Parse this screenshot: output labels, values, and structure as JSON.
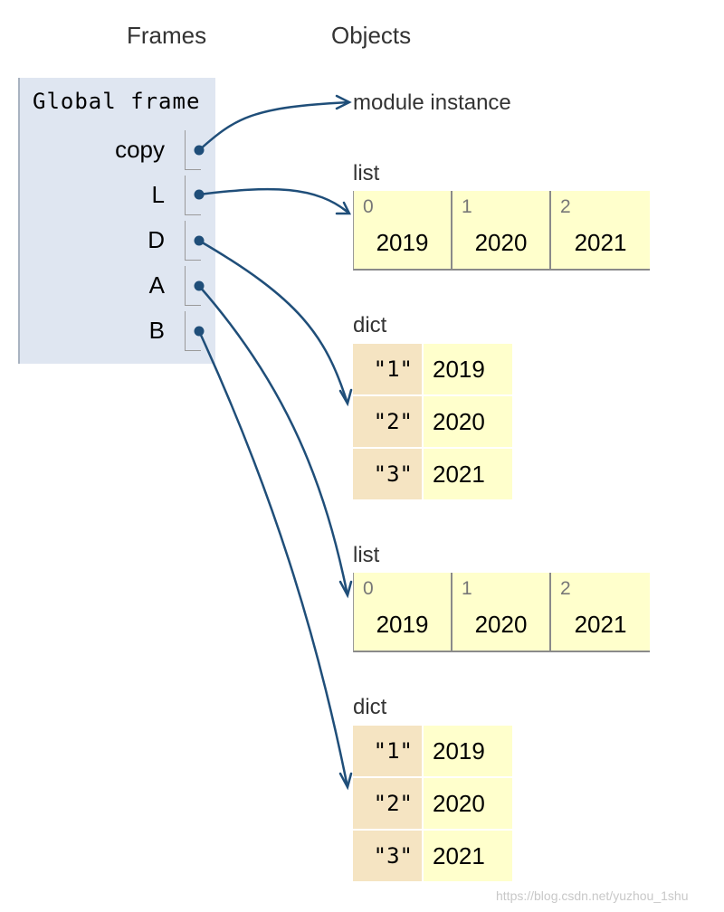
{
  "headers": {
    "frames": "Frames",
    "objects": "Objects"
  },
  "frame": {
    "title": "Global frame",
    "variables": [
      {
        "name": "copy"
      },
      {
        "name": "L"
      },
      {
        "name": "D"
      },
      {
        "name": "A"
      },
      {
        "name": "B"
      }
    ]
  },
  "objects": {
    "module": {
      "label": "module instance"
    },
    "list1": {
      "type": "list",
      "indices": [
        "0",
        "1",
        "2"
      ],
      "values": [
        "2019",
        "2020",
        "2021"
      ]
    },
    "dict1": {
      "type": "dict",
      "keys": [
        "\"1\"",
        "\"2\"",
        "\"3\""
      ],
      "values": [
        "2019",
        "2020",
        "2021"
      ]
    },
    "list2": {
      "type": "list",
      "indices": [
        "0",
        "1",
        "2"
      ],
      "values": [
        "2019",
        "2020",
        "2021"
      ]
    },
    "dict2": {
      "type": "dict",
      "keys": [
        "\"1\"",
        "\"2\"",
        "\"3\""
      ],
      "values": [
        "2019",
        "2020",
        "2021"
      ]
    }
  },
  "colors": {
    "arrow": "#1f4e79",
    "frame_bg": "#dfe6f1",
    "heap_bg": "#ffffcc",
    "key_bg": "#f5e4c2"
  },
  "watermark": "https://blog.csdn.net/yuzhou_1shu"
}
